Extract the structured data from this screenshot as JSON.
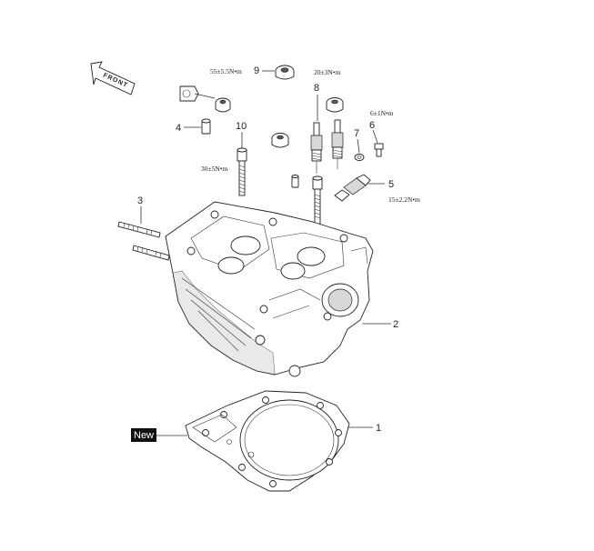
{
  "front_arrow": {
    "label": "FRONT"
  },
  "new_badge": {
    "label": "New"
  },
  "callouts": [
    {
      "id": "1",
      "label": "1"
    },
    {
      "id": "2",
      "label": "2"
    },
    {
      "id": "3",
      "label": "3"
    },
    {
      "id": "4",
      "label": "4"
    },
    {
      "id": "5",
      "label": "5"
    },
    {
      "id": "6",
      "label": "6"
    },
    {
      "id": "7",
      "label": "7"
    },
    {
      "id": "8",
      "label": "8"
    },
    {
      "id": "9",
      "label": "9"
    },
    {
      "id": "10",
      "label": "10"
    }
  ],
  "torques": {
    "part9": "55±5.5N•m",
    "part8": "20±3N•m",
    "part6": "6±1N•m",
    "part10": "30±5N•m",
    "part5": "15±2.2N•m"
  }
}
